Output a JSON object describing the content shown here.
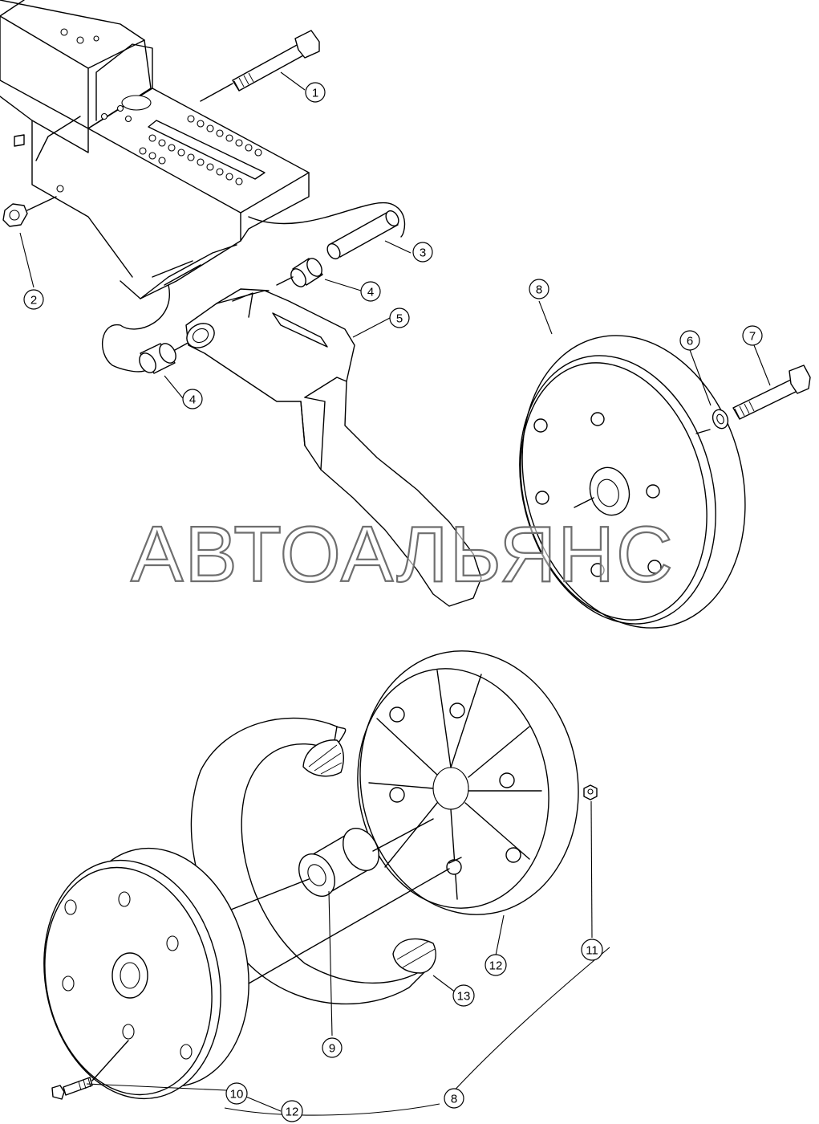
{
  "watermark": {
    "text": "АВТОАЛЬЯНС"
  },
  "callouts": [
    {
      "label": "1"
    },
    {
      "label": "2"
    },
    {
      "label": "3"
    },
    {
      "label": "4"
    },
    {
      "label": "4"
    },
    {
      "label": "5"
    },
    {
      "label": "8"
    },
    {
      "label": "6"
    },
    {
      "label": "7"
    },
    {
      "label": "9"
    },
    {
      "label": "10"
    },
    {
      "label": "11"
    },
    {
      "label": "12"
    },
    {
      "label": "12"
    },
    {
      "label": "13"
    },
    {
      "label": "8"
    }
  ]
}
